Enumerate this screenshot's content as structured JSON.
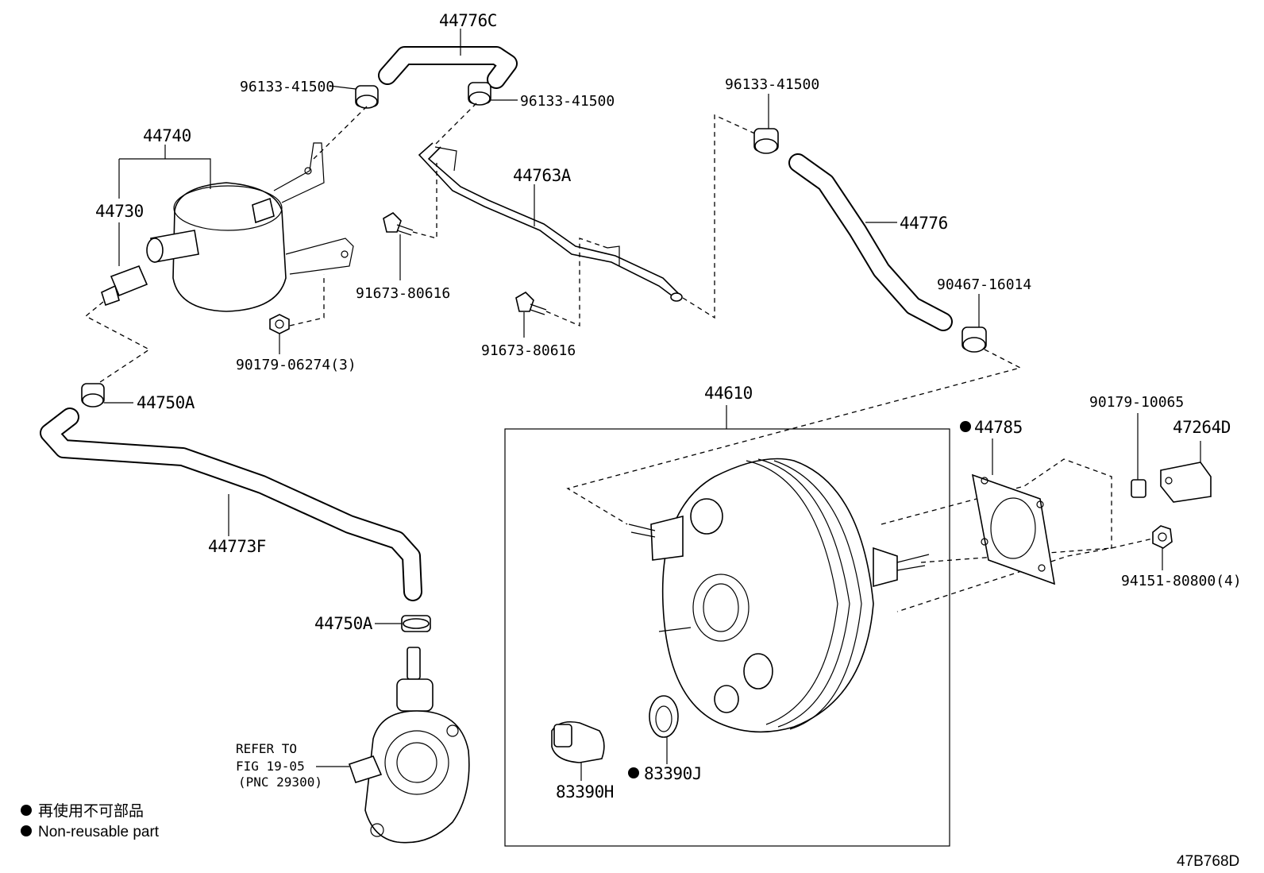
{
  "labels": {
    "p44776C": "44776C",
    "p96133_a": "96133-41500",
    "p96133_b": "96133-41500",
    "p96133_c": "96133-41500",
    "p44740": "44740",
    "p44730": "44730",
    "p44763A": "44763A",
    "p44776": "44776",
    "p91673_a": "91673-80616",
    "p91673_b": "91673-80616",
    "p90179_06274": "90179-06274(3)",
    "p90467": "90467-16014",
    "p44750A_a": "44750A",
    "p44750A_b": "44750A",
    "p44773F": "44773F",
    "p44610": "44610",
    "p44785": "44785",
    "p90179_10065": "90179-10065",
    "p47264D": "47264D",
    "p94151": "94151-80800(4)",
    "p83390H": "83390H",
    "p83390J": "83390J"
  },
  "refer": {
    "line1": "REFER TO",
    "line2": "FIG 19-05",
    "line3": "(PNC 29300)"
  },
  "legend": {
    "jp": "再使用不可部品",
    "en": "Non-reusable part"
  },
  "figure_id": "47B768D"
}
